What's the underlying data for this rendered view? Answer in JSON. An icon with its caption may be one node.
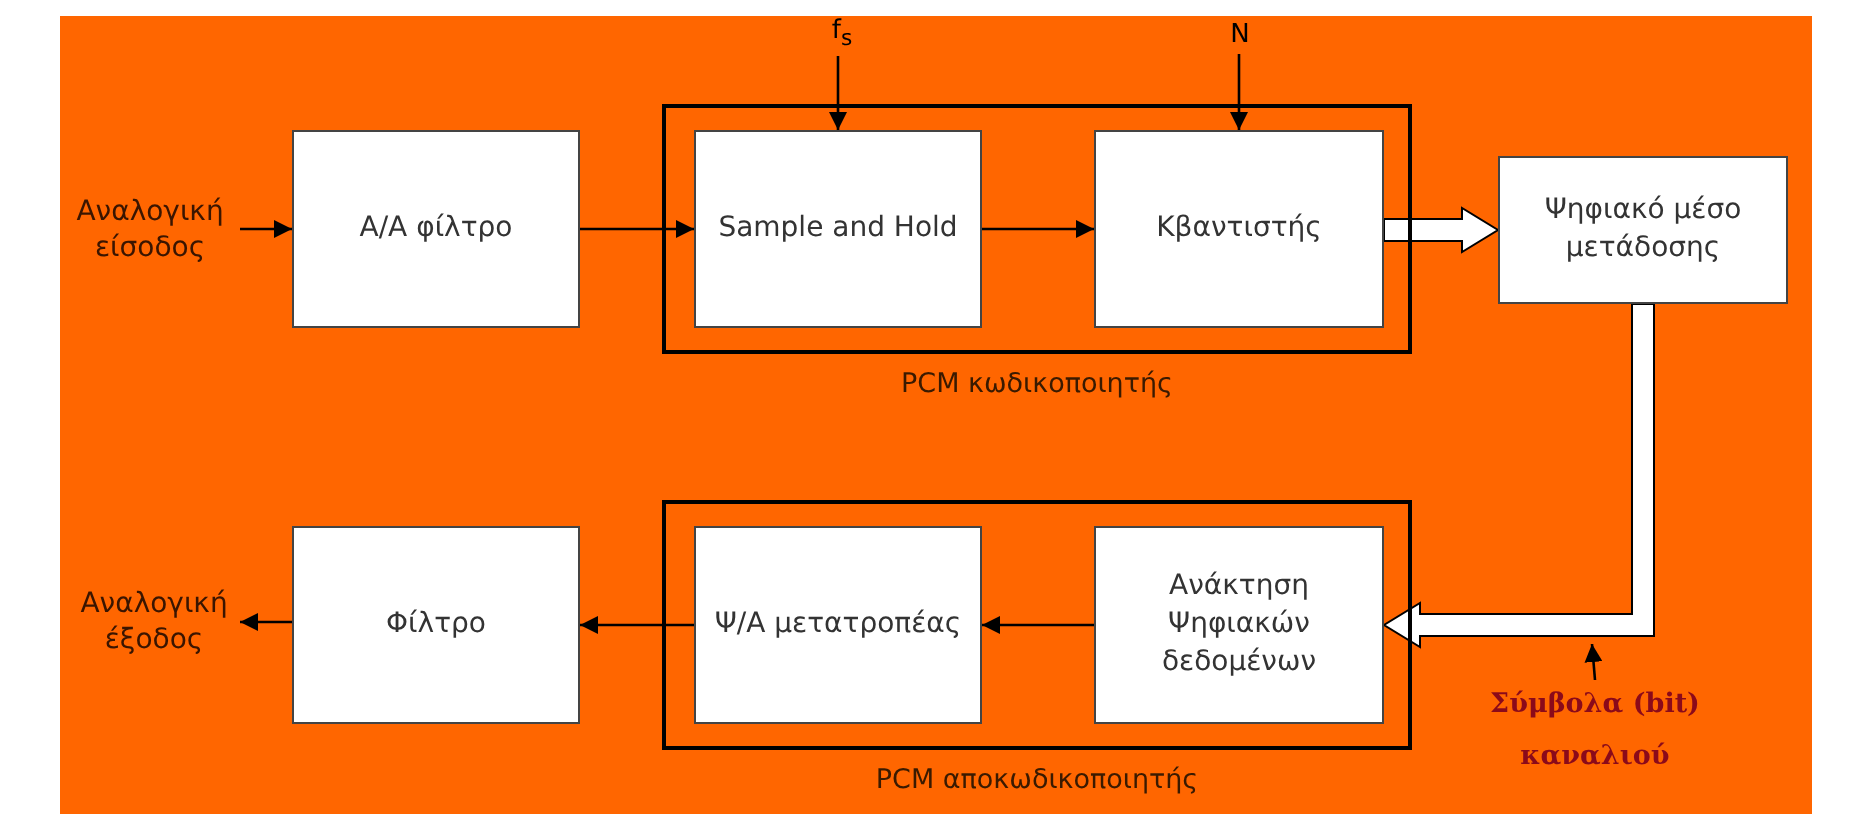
{
  "diagram": {
    "nodes": [
      {
        "text": [
          "PCM κωδικοποιητής"
        ]
      },
      {
        "text": [
          "PCM αποκωδικοποιητής"
        ]
      },
      {
        "text": [
          "Αναλογική είσοδος"
        ]
      },
      {
        "text": [
          "Α/Α φίλτρο"
        ]
      },
      {
        "text": [
          "Sample and Hold"
        ],
        "in": 0
      },
      {
        "text": [
          "Κβαντιστής"
        ],
        "in": 0
      },
      {
        "text": [
          "f$_{s}$"
        ]
      },
      {
        "text": [
          "N"
        ]
      },
      {
        "text": [
          "Ψηφιακό μέσο μετάδοσης"
        ]
      },
      {
        "text": [
          "Φίλτρο"
        ]
      },
      {
        "text": [
          "Ψ/Α μετατροπέας"
        ],
        "in": 1
      },
      {
        "text": [
          "Ανάκτηση Ψηφιακών δεδομένων"
        ],
        "in": 1
      },
      {
        "text": [
          "Αναλογική έξοδος"
        ]
      },
      {
        "text": [
          "Σύμβολα (bit) καναλιού"
        ]
      }
    ],
    "edges": [
      {
        "from": 2,
        "to": 3,
        "arrow": "to"
      },
      {
        "from": 3,
        "to": 4,
        "arrow": "to"
      },
      {
        "from": 4,
        "to": 5,
        "arrow": "to"
      },
      {
        "from": 6,
        "to": 4,
        "arrow": "to"
      },
      {
        "from": 7,
        "to": 5,
        "arrow": "to"
      },
      {
        "from": 5,
        "to": 8,
        "arrow": "to",
        "style": "thick",
        "color": "#ffffff"
      },
      {
        "from": 8,
        "to": 11,
        "arrow": "to",
        "style": "thick",
        "color": "#ffffff"
      },
      {
        "from": 11,
        "to": 10,
        "arrow": "to"
      },
      {
        "from": 10,
        "to": 9,
        "arrow": "to"
      },
      {
        "from": 9,
        "to": 12,
        "arrow": "to"
      },
      {
        "from": 13,
        "to": null,
        "arrow": "to"
      }
    ]
  }
}
